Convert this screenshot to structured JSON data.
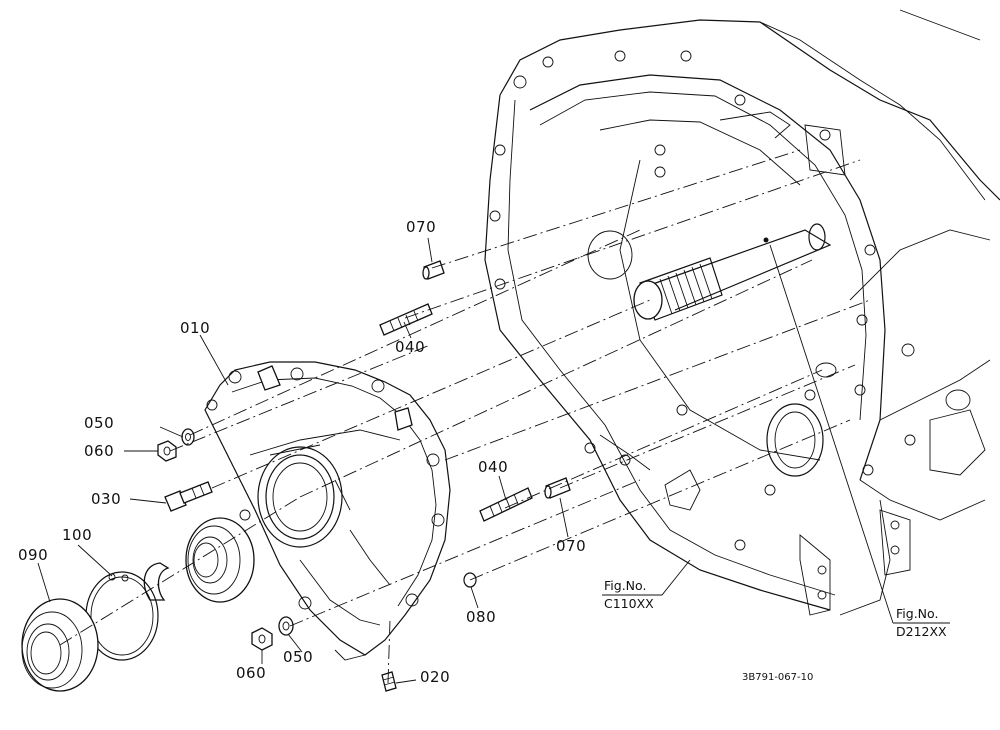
{
  "diagram": {
    "callouts": {
      "p010": "010",
      "p020": "020",
      "p030": "030",
      "p040_upper": "040",
      "p040_lower": "040",
      "p050_upper": "050",
      "p050_lower": "050",
      "p060_upper": "060",
      "p060_lower": "060",
      "p070_upper": "070",
      "p070_lower": "070",
      "p080": "080",
      "p090": "090",
      "p100": "100"
    },
    "references": {
      "fig_c_label": "Fig.No.",
      "fig_c_code": "C110XX",
      "fig_d_label": "Fig.No.",
      "fig_d_code": "D212XX"
    },
    "drawing_code": "3B791-067-10"
  }
}
